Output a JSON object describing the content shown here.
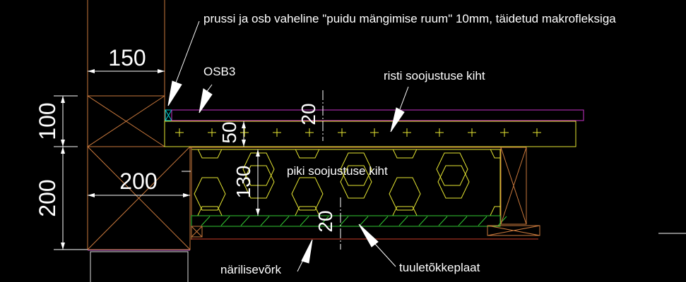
{
  "labels": {
    "gap_note": "prussi ja osb vaheline \"puidu mängimise ruum\" 10mm, täidetud makrofleksiga",
    "osb": "OSB3",
    "cross_insulation": "risti soojustuse kiht",
    "long_insulation": "piki soojustuse kiht",
    "rodent_mesh": "närilisevõrk",
    "wind_barrier": "tuuletõkkeplaat"
  },
  "dimensions": {
    "stud_width": "150",
    "upper_height": "100",
    "lower_height": "200",
    "beam_width": "200",
    "osb_gap": "20",
    "cross_layer": "50",
    "long_layer": "130",
    "wind_board": "20"
  },
  "colors": {
    "background": "#000000",
    "timber": "#c8783c",
    "insulation": "#e6e632",
    "osb": "#c832c8",
    "gap_fill": "#00d0d0",
    "wind_board": "#32c832",
    "mesh": "#c83c28",
    "annotation": "#ffffff"
  }
}
